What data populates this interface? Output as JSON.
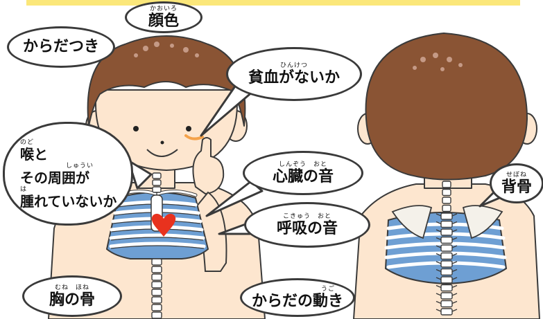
{
  "colors": {
    "bar": "#fbe77a",
    "hair": "#8a5434",
    "skin": "#fde6cf",
    "rib_blue": "#6e9fd3",
    "heart": "#e8321e",
    "outline": "#3a3a3a"
  },
  "labels": {
    "face_color": {
      "text": "顔色",
      "ruby": "かおいろ"
    },
    "body_shape": {
      "text": "からだつき"
    },
    "anemia": {
      "text": "貧血がないか",
      "ruby": "ひんけつ"
    },
    "throat": {
      "line1": "喉と",
      "line2": "その周囲が",
      "line3": "腫れていないか",
      "ruby1": "のど",
      "ruby2": "しゅうい",
      "ruby3": "は"
    },
    "heart_sound": {
      "text": "心臓の音",
      "ruby": "しんぞう　おと"
    },
    "breath_sound": {
      "text": "呼吸の音",
      "ruby": "こきゅう　おと"
    },
    "spine": {
      "text": "背骨",
      "ruby": "せぼね"
    },
    "chest_bone": {
      "text": "胸の骨",
      "ruby": "むね　ほね"
    },
    "body_movement": {
      "text": "からだの動き",
      "ruby": "うご"
    }
  }
}
